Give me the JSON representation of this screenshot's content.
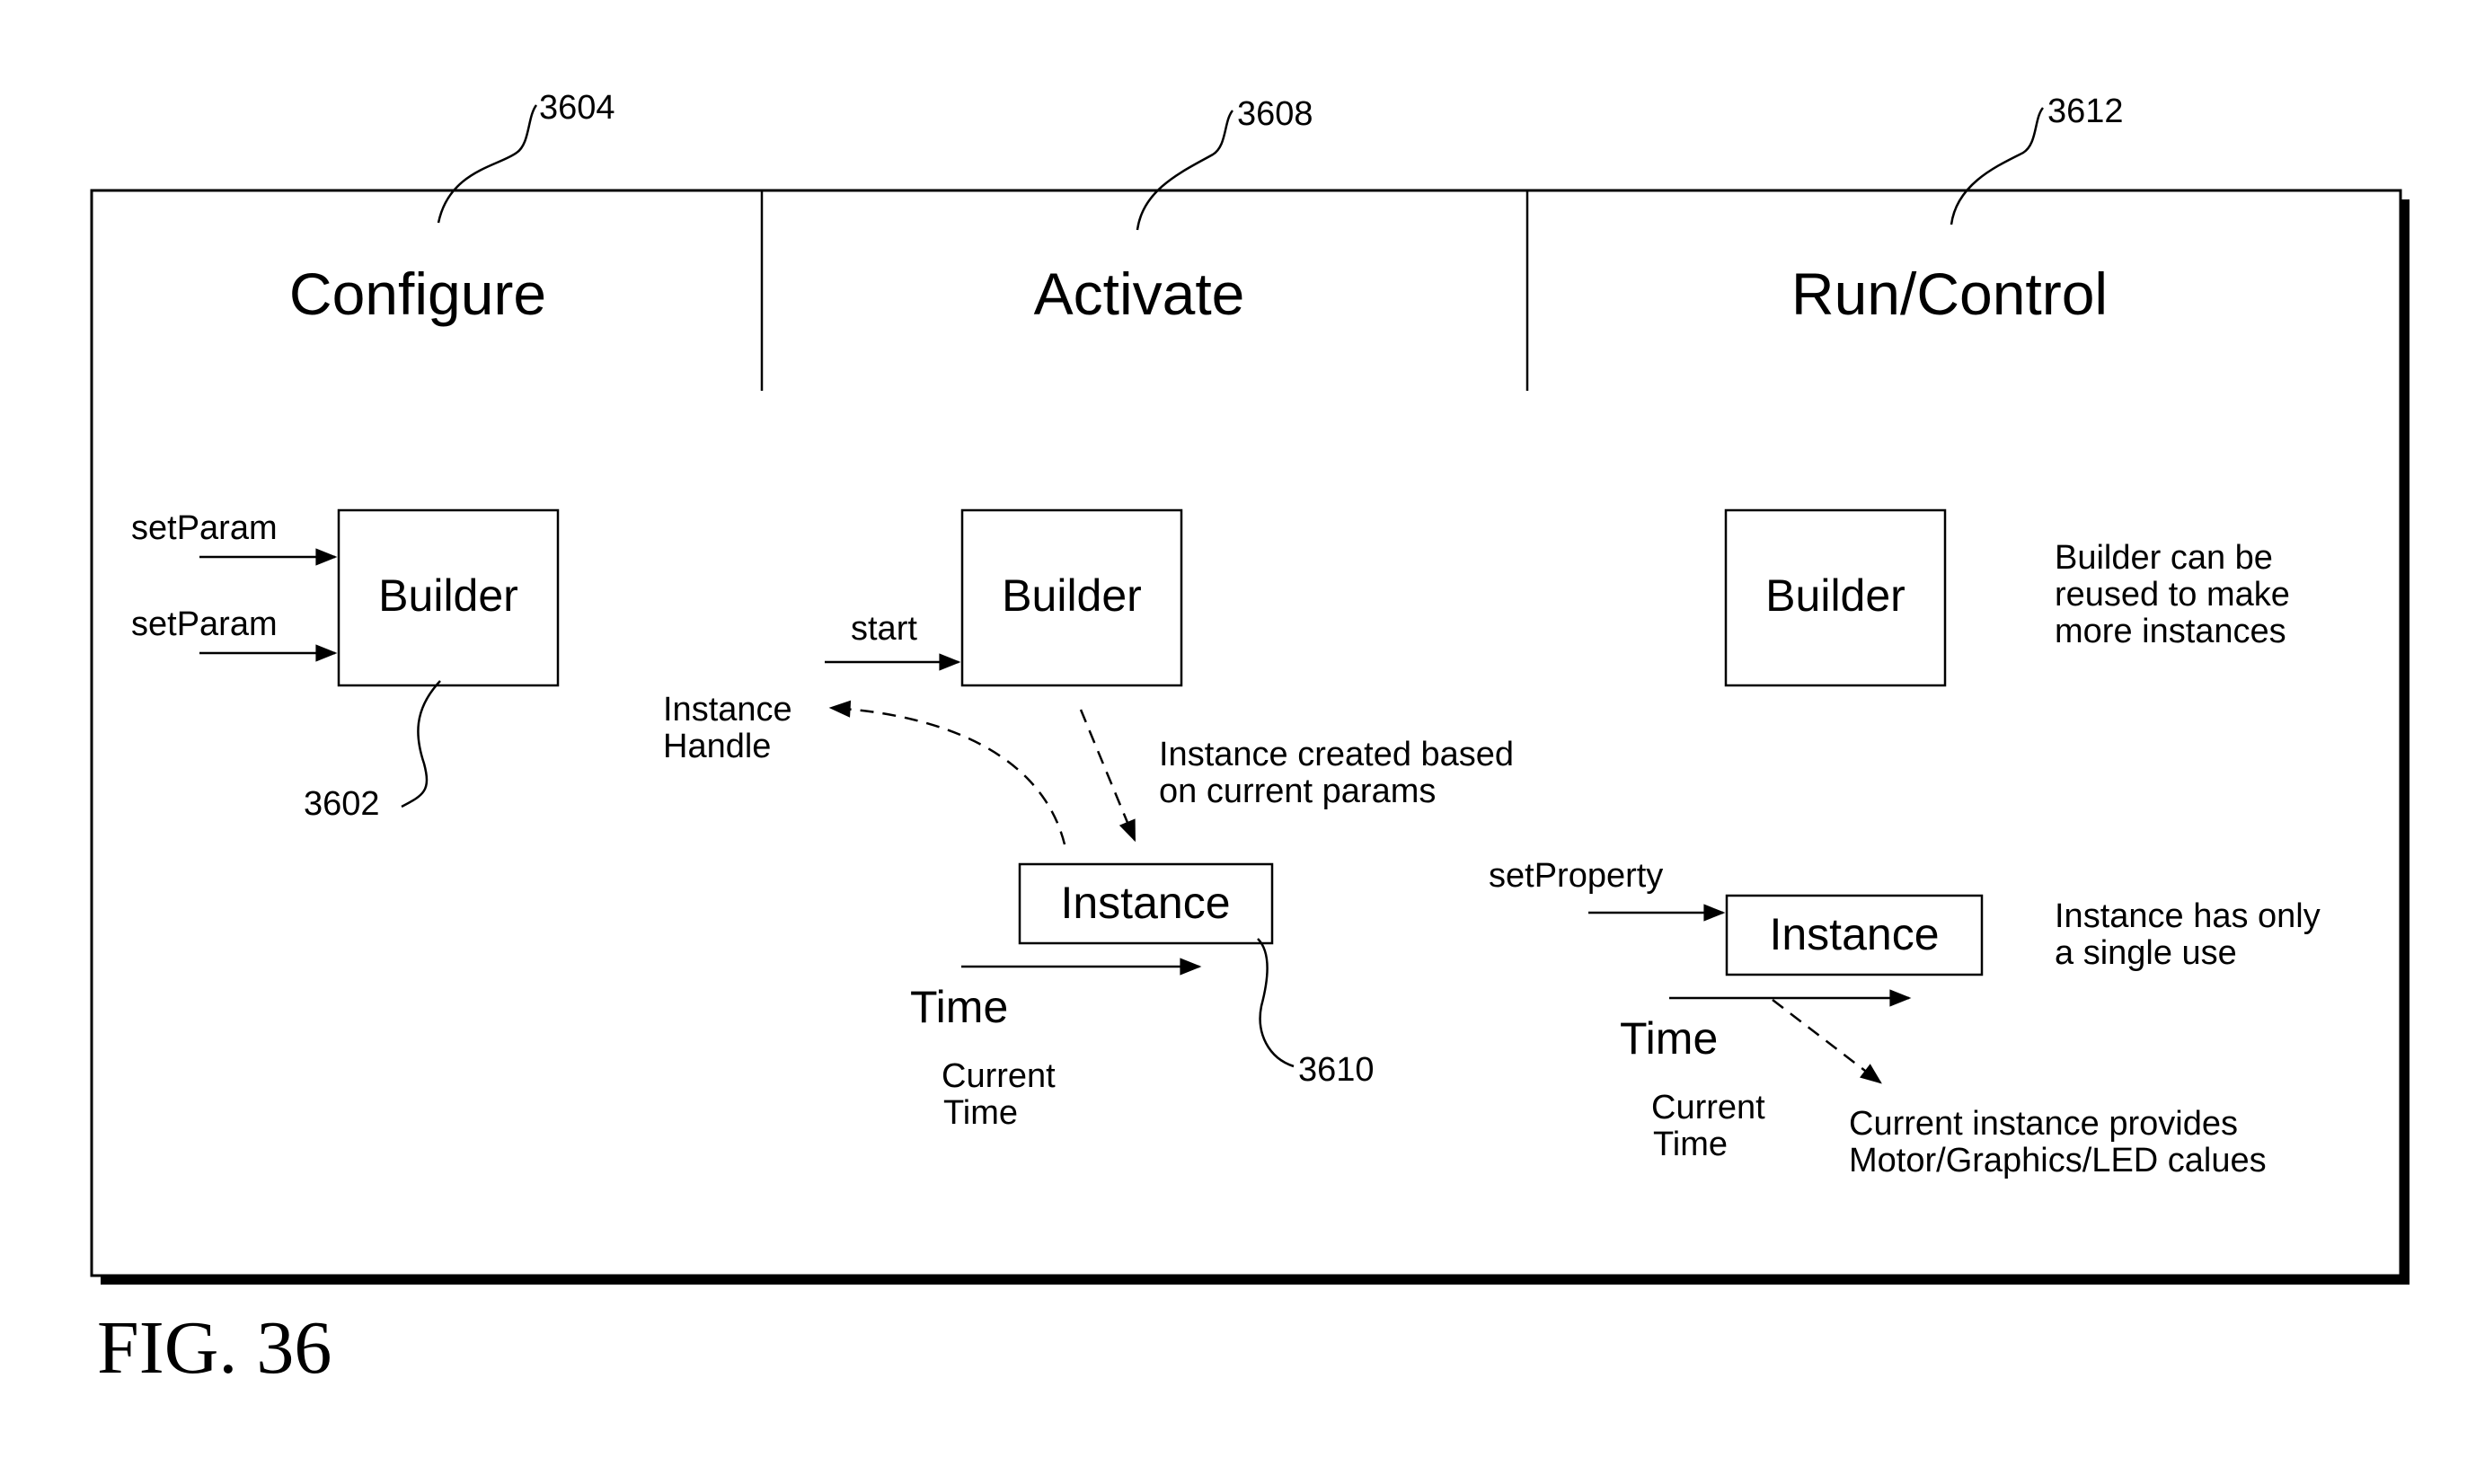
{
  "columns": {
    "configure": "Configure",
    "activate": "Activate",
    "run_control": "Run/Control"
  },
  "refs": {
    "configure_ref": "3604",
    "activate_ref": "3608",
    "run_ref": "3612",
    "builder_ref": "3602",
    "instance_ref": "3610"
  },
  "configure": {
    "builder_label": "Builder",
    "set_param_1": "setParam",
    "set_param_2": "setParam"
  },
  "activate": {
    "builder_label": "Builder",
    "start_label": "start",
    "instance_handle_line1": "Instance",
    "instance_handle_line2": "Handle",
    "note_line1": "Instance created based",
    "note_line2": "on current params",
    "instance_label": "Instance",
    "time_label": "Time",
    "current_time_line1": "Current",
    "current_time_line2": "Time"
  },
  "run_control": {
    "builder_label": "Builder",
    "builder_note_line1": "Builder can be",
    "builder_note_line2": "reused to make",
    "builder_note_line3": "more instances",
    "set_property_label": "setProperty",
    "instance_label": "Instance",
    "instance_note_line1": "Instance has only",
    "instance_note_line2": "a single use",
    "time_label": "Time",
    "current_time_line1": "Current",
    "current_time_line2": "Time",
    "provides_line1": "Current instance provides",
    "provides_line2": "Motor/Graphics/LED calues"
  },
  "figure_label": "FIG. 36"
}
